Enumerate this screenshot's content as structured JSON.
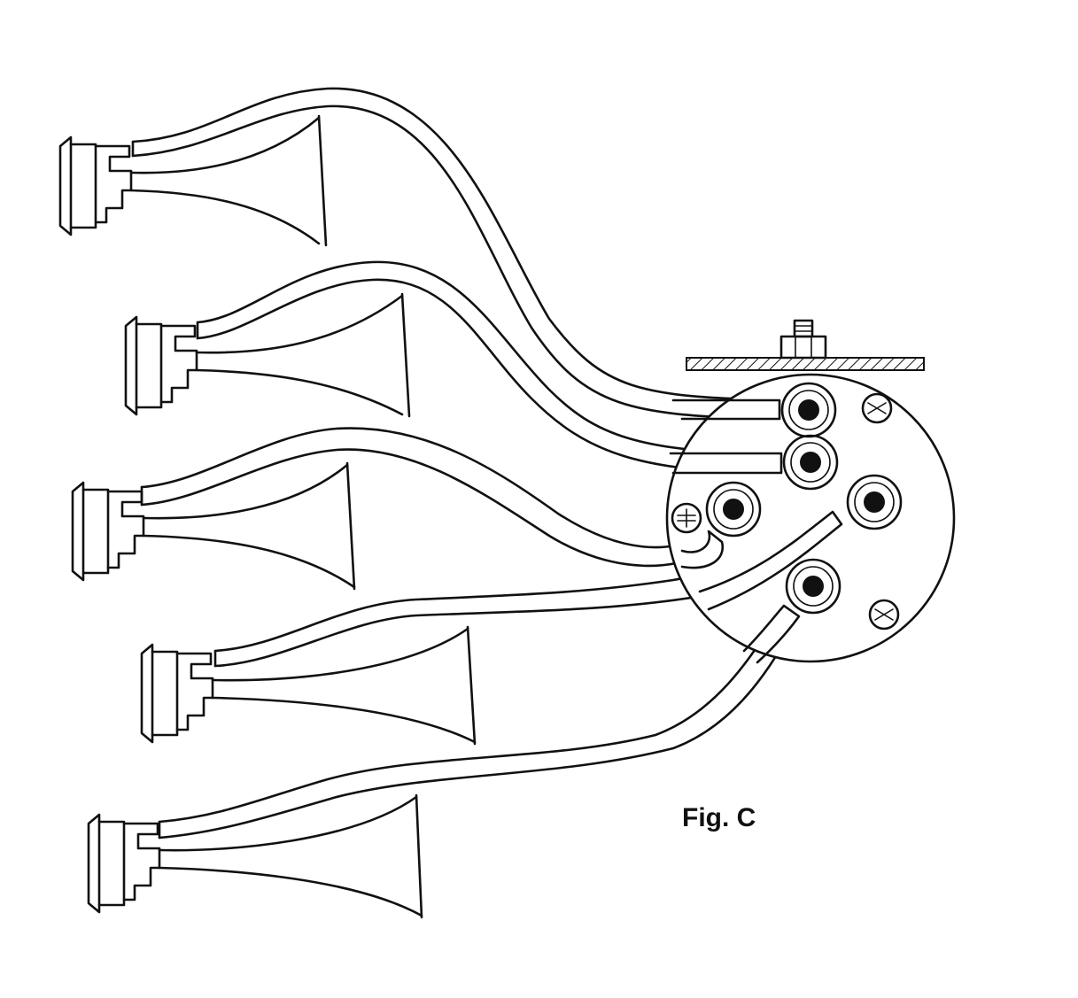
{
  "figure": {
    "caption": "Fig. C"
  },
  "colors": {
    "ink": "#111111",
    "background": "#ffffff"
  },
  "components": {
    "trumpets": [
      {
        "name": "trumpet-1"
      },
      {
        "name": "trumpet-2"
      },
      {
        "name": "trumpet-3"
      },
      {
        "name": "trumpet-4"
      },
      {
        "name": "trumpet-5"
      }
    ],
    "manifold": {
      "ports": 5,
      "screws": 3
    }
  }
}
